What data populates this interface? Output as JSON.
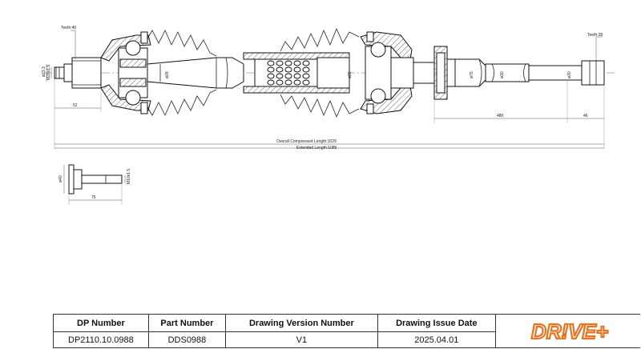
{
  "dims": {
    "teeth_left": "Teeth:40",
    "dia_left_1": "ø23.3",
    "thread_left": "M20x1.5",
    "len_52": "52",
    "dia_cv_left": "ø28",
    "dia_mid": "ø28",
    "dia_bearing": "ø75",
    "dia_shaft_1": "ø30",
    "dia_shaft_2": "ø30",
    "teeth_right": "Teeth:28",
    "len_480": "480",
    "len_46": "46",
    "overall": "Overall Compressed Length:1029",
    "extended": "Extended Length:1089",
    "bolt_dia": "ø40",
    "bolt_thread": "M10x1.5",
    "bolt_len": "75"
  },
  "title_block": {
    "headers": [
      "DP Number",
      "Part Number",
      "Drawing Version Number",
      "Drawing Issue Date"
    ],
    "values": [
      "DP2110.10.0988",
      "DDS0988",
      "V1",
      "2025.04.01"
    ]
  },
  "logo": {
    "text": "DR!VE+",
    "color": "#e8731f"
  }
}
